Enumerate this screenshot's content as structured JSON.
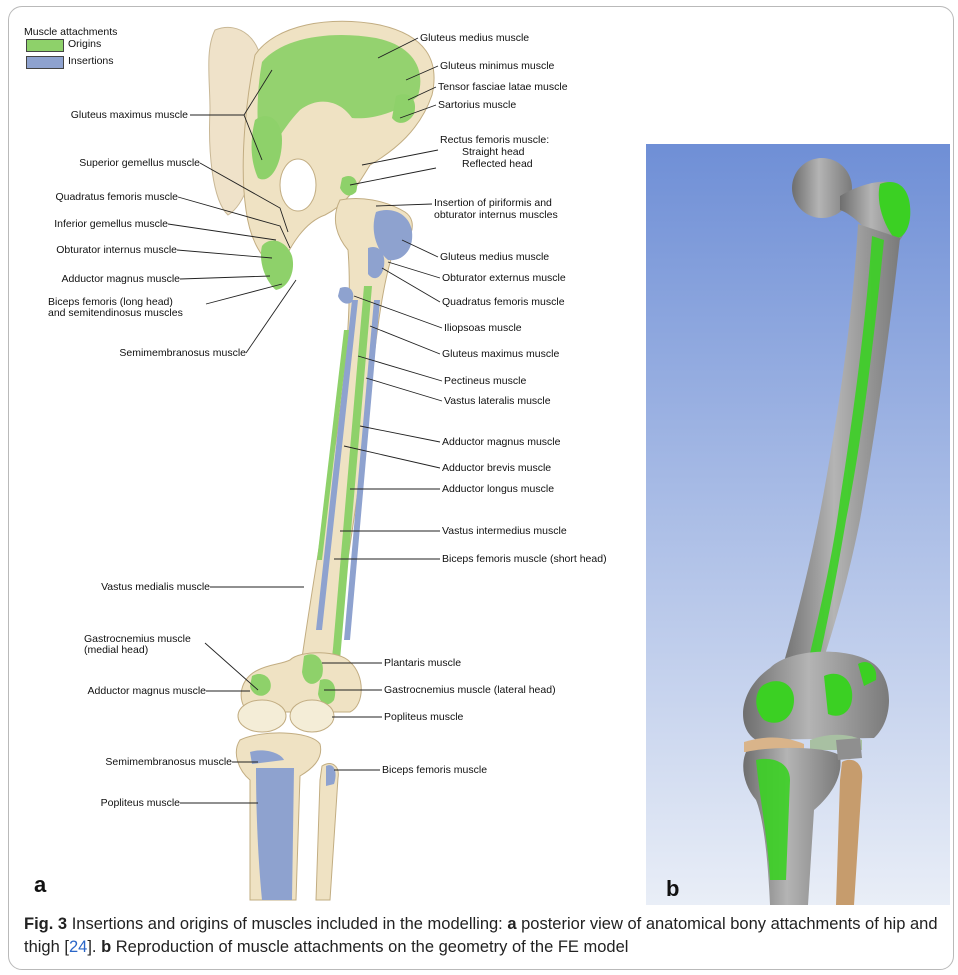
{
  "legend": {
    "title": "Muscle attachments",
    "items": [
      {
        "label": "Origins",
        "color": "#8ed16a"
      },
      {
        "label": "Insertions",
        "color": "#8ea2cf"
      }
    ]
  },
  "labels_left": [
    "Gluteus maximus muscle",
    "Superior gemellus muscle",
    "Quadratus femoris muscle",
    "Inferior gemellus muscle",
    "Obturator internus muscle",
    "Adductor magnus muscle",
    "Biceps femoris (long head)",
    "and semitendinosus muscles",
    "Semimembranosus muscle",
    "Vastus medialis muscle",
    "Gastrocnemius muscle",
    "(medial head)",
    "Adductor magnus muscle",
    "Semimembranosus muscle",
    "Popliteus muscle"
  ],
  "labels_right": [
    "Gluteus medius muscle",
    "Gluteus minimus muscle",
    "Tensor fasciae latae muscle",
    "Sartorius muscle",
    "Rectus femoris muscle:",
    "Straight head",
    "Reflected head",
    "Insertion of piriformis and",
    "obturator internus muscles",
    "Gluteus medius muscle",
    "Obturator externus muscle",
    "Quadratus femoris muscle",
    "Iliopsoas muscle",
    "Gluteus maximus muscle",
    "Pectineus muscle",
    "Vastus lateralis muscle",
    "Adductor magnus muscle",
    "Adductor brevis muscle",
    "Adductor longus muscle",
    "Vastus intermedius muscle",
    "Biceps femoris muscle (short head)",
    "Plantaris muscle",
    "Gastrocnemius muscle (lateral head)",
    "Popliteus muscle",
    "Biceps femoris muscle"
  ],
  "panel_a": "a",
  "panel_b": "b",
  "caption": {
    "fig": "Fig. 3",
    "text1": "Insertions and origins of muscles included in the modelling: ",
    "a": "a",
    "text2": " posterior view of anatomical bony attachments of hip and thigh [",
    "ref": "24",
    "text3": "]. ",
    "b": "b",
    "text4": " Reproduction of muscle attachments on the geometry of the FE model"
  },
  "colors": {
    "origin": "#8ed16a",
    "insertion": "#8ea2cf",
    "bone": "#efe2c3",
    "model_bg_top": "#6f8fd6",
    "model_bg_bottom": "#e9eef7",
    "model_bone": "#9a9a9a",
    "model_green": "#3bd023"
  }
}
